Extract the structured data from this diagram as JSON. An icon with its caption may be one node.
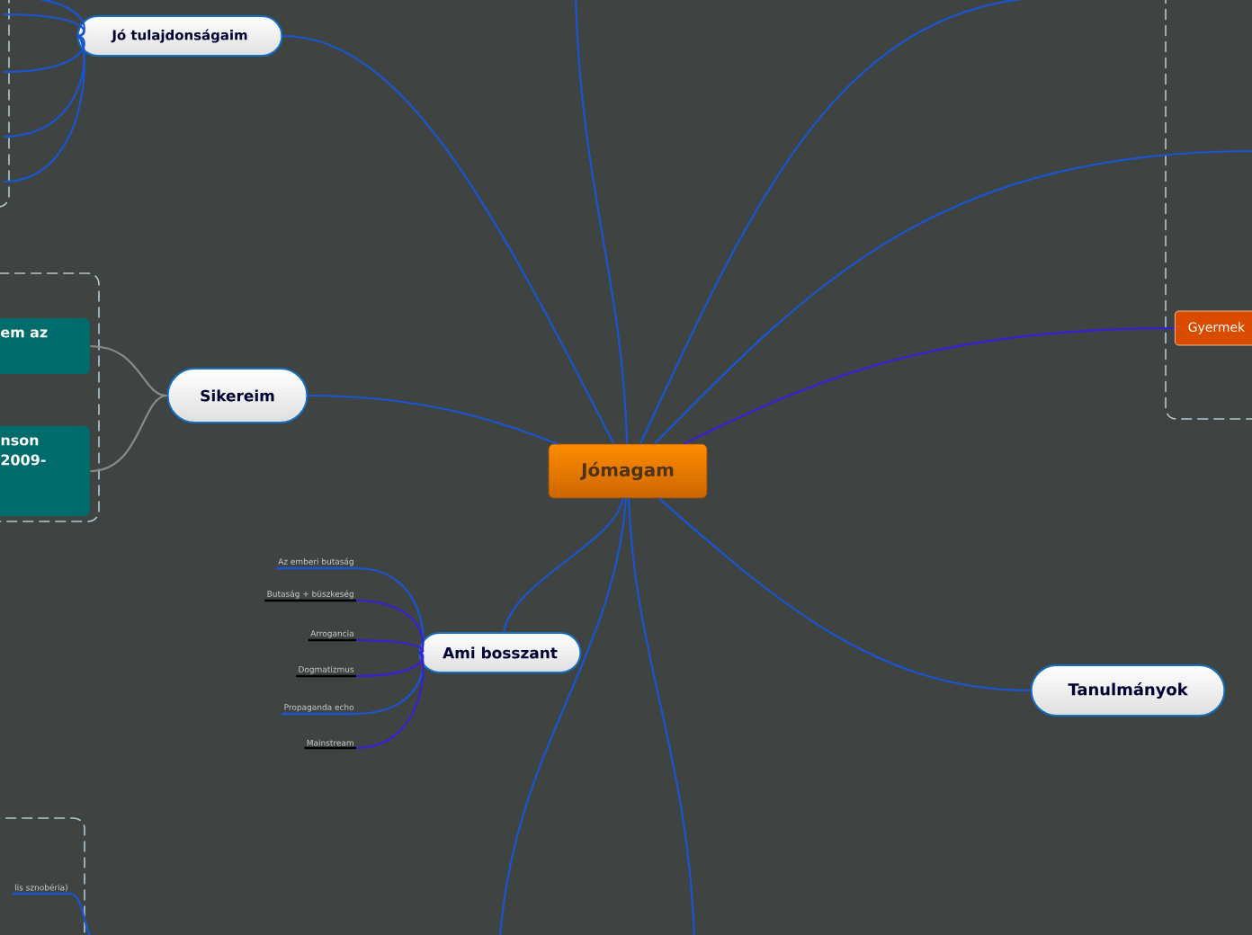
{
  "diagram": {
    "nodes": [
      {
        "text": [
          "Jómagam"
        ]
      },
      {
        "text": [
          "Jó tulajdonságaim"
        ]
      },
      {
        "text": [
          "Sikereim"
        ]
      },
      {
        "text": [
          "em az"
        ]
      },
      {
        "text": [
          "nson 2009-"
        ]
      },
      {
        "text": [
          "Ami bosszant"
        ]
      },
      {
        "text": [
          "Az emberi butaság"
        ]
      },
      {
        "text": [
          "Butaság + büszkeség"
        ]
      },
      {
        "text": [
          "Arrogancia"
        ]
      },
      {
        "text": [
          "Dogmatizmus"
        ]
      },
      {
        "text": [
          "Propaganda echo"
        ]
      },
      {
        "text": [
          "Mainstream"
        ]
      },
      {
        "text": [
          "Tanulmányok"
        ]
      },
      {
        "text": [
          "Gyermek"
        ]
      },
      {
        "text": [
          "lis sznobéria)"
        ]
      }
    ],
    "edges": [
      {
        "from": 0,
        "to": 1,
        "arrow": "none"
      },
      {
        "from": 0,
        "to": 2,
        "arrow": "none"
      },
      {
        "from": 2,
        "to": 3,
        "arrow": "none",
        "color": "#8a8a8a"
      },
      {
        "from": 2,
        "to": 4,
        "arrow": "none",
        "color": "#8a8a8a"
      },
      {
        "from": 0,
        "to": 5,
        "arrow": "none"
      },
      {
        "from": 5,
        "to": 6,
        "arrow": "none"
      },
      {
        "from": 5,
        "to": 7,
        "arrow": "none",
        "color": "#3a1ed8"
      },
      {
        "from": 5,
        "to": 8,
        "arrow": "none",
        "color": "#3a1ed8"
      },
      {
        "from": 5,
        "to": 9,
        "arrow": "none",
        "color": "#3a1ed8"
      },
      {
        "from": 5,
        "to": 10,
        "arrow": "none"
      },
      {
        "from": 5,
        "to": 11,
        "arrow": "none",
        "color": "#3a1ed8"
      },
      {
        "from": 0,
        "to": 12,
        "arrow": "none"
      },
      {
        "from": 0,
        "to": 13,
        "arrow": "none",
        "color": "#3a1ed8"
      },
      {
        "from": 0,
        "to": null,
        "arrow": "none"
      },
      {
        "from": 0,
        "to": null,
        "arrow": "none"
      },
      {
        "from": 0,
        "to": null,
        "arrow": "none"
      },
      {
        "from": 0,
        "to": null,
        "arrow": "none"
      },
      {
        "from": 0,
        "to": null,
        "arrow": "none"
      },
      {
        "from": 1,
        "to": null,
        "arrow": "none"
      },
      {
        "from": 1,
        "to": null,
        "arrow": "none"
      },
      {
        "from": 1,
        "to": null,
        "arrow": "none"
      },
      {
        "from": 1,
        "to": null,
        "arrow": "none"
      },
      {
        "from": 1,
        "to": null,
        "arrow": "none"
      },
      {
        "from": 14,
        "to": null,
        "arrow": "none"
      }
    ]
  }
}
